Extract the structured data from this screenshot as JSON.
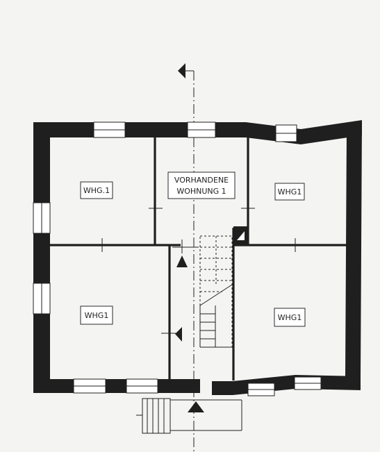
{
  "labels": {
    "room_top_left": "WHG.1",
    "room_top_center_line1": "VORHANDENE",
    "room_top_center_line2": "WOHNUNG 1",
    "room_top_right": "WHG1",
    "room_bottom_left": "WHG1",
    "room_bottom_right": "WHG1"
  },
  "colors": {
    "paper": "#f4f4f2",
    "ink": "#1f1f1f"
  }
}
